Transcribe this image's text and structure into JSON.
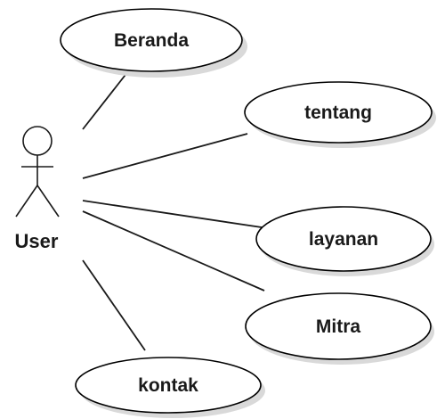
{
  "actor": {
    "name": "User"
  },
  "use_cases": [
    {
      "label": "Beranda"
    },
    {
      "label": "tentang"
    },
    {
      "label": "layanan"
    },
    {
      "label": "Mitra"
    },
    {
      "label": "kontak"
    }
  ]
}
